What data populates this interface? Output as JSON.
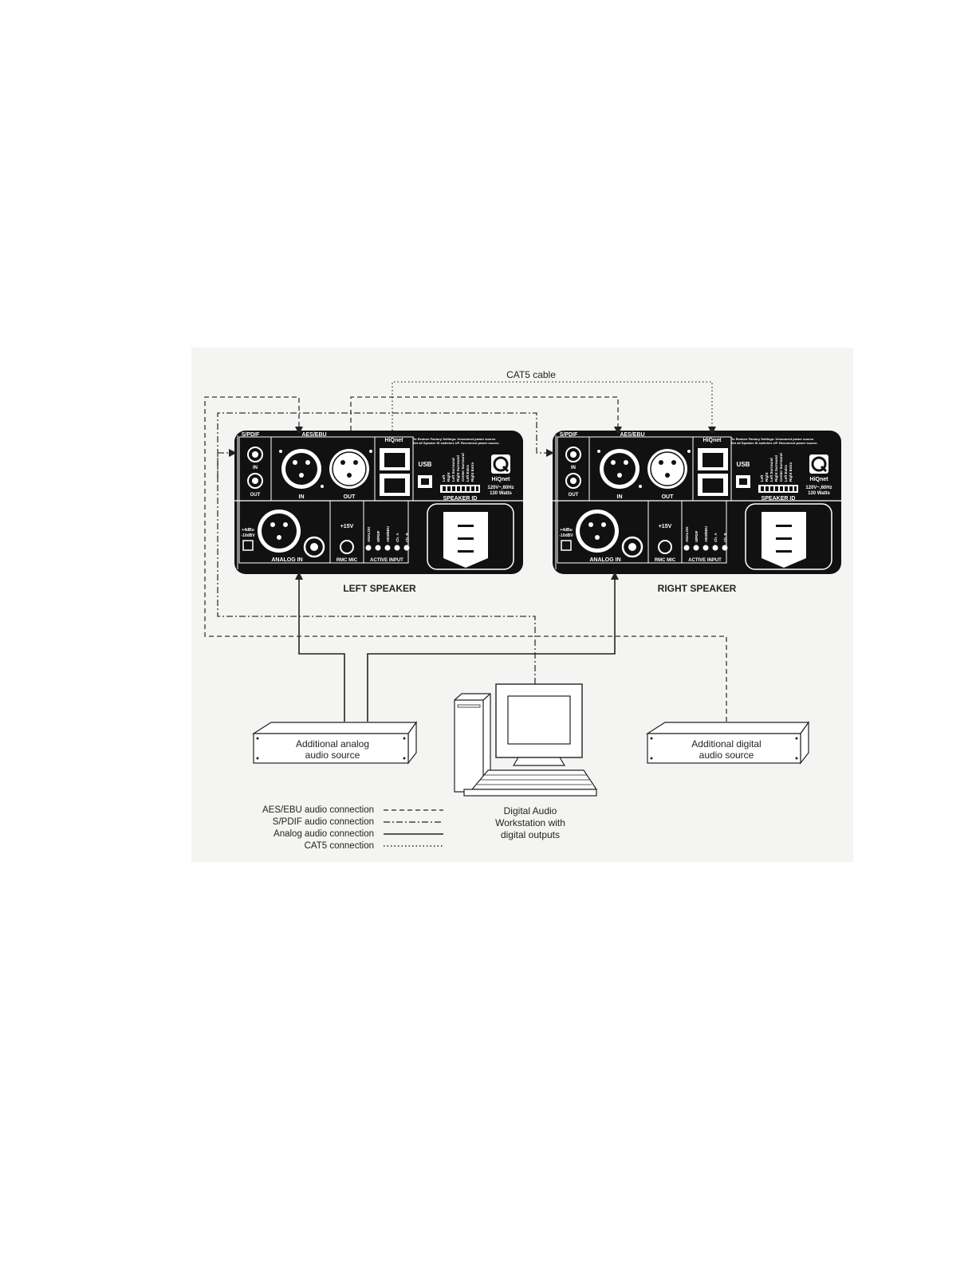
{
  "cat5_cable_label": "CAT5 cable",
  "speakers": [
    {
      "caption": "LEFT SPEAKER",
      "panel": {
        "spdif": "S/PDIF",
        "in": "IN",
        "out": "OUT",
        "aes_ebu": "AES/EBU",
        "xlr_in": "IN",
        "xlr_out": "OUT",
        "hiqnet": "HiQnet",
        "usb": "USB",
        "restore_line1": "To Restore Factory Settings: Unconnect power source.",
        "restore_line2": "Set all Speaker ID switches UP. Reconnect power source.",
        "speaker_id": "SPEAKER ID",
        "id_positions": [
          "Left",
          "Right",
          "Left Surround",
          "Right Surround",
          "Center Surround",
          "Left Extra",
          "Right Extra"
        ],
        "brand": "HiQnet",
        "power_line1": "120V~,60Hz",
        "power_line2": "130 Watts",
        "level_line1": "+4dBu",
        "level_line2": "-10dBV",
        "analog_in": "ANALOG IN",
        "plus15v": "+15V",
        "rmc_mic": "RMC MIC",
        "active_input": "ACTIVE INPUT",
        "active_inputs": [
          "ANALOG",
          "S/PDIF",
          "AES/EBU",
          "Ch. A",
          "Ch. B"
        ]
      }
    },
    {
      "caption": "RIGHT SPEAKER",
      "panel": {
        "spdif": "S/PDIF",
        "in": "IN",
        "out": "OUT",
        "aes_ebu": "AES/EBU",
        "xlr_in": "IN",
        "xlr_out": "OUT",
        "hiqnet": "HiQnet",
        "usb": "USB",
        "restore_line1": "To Restore Factory Settings: Unconnect power source.",
        "restore_line2": "Set all Speaker ID switches UP. Reconnect power source.",
        "speaker_id": "SPEAKER ID",
        "id_positions": [
          "Left",
          "Right",
          "Left Surround",
          "Right Surround",
          "Center Surround",
          "Left Extra",
          "Right Extra"
        ],
        "brand": "HiQnet",
        "power_line1": "120V~,60Hz",
        "power_line2": "130 Watts",
        "level_line1": "+4dBu",
        "level_line2": "-10dBV",
        "analog_in": "ANALOG IN",
        "plus15v": "+15V",
        "rmc_mic": "RMC MIC",
        "active_input": "ACTIVE INPUT",
        "active_inputs": [
          "ANALOG",
          "S/PDIF",
          "AES/EBU",
          "Ch. A",
          "Ch. B"
        ]
      }
    }
  ],
  "sources": {
    "analog": [
      "Additional analog",
      "audio source"
    ],
    "digital": [
      "Additional digital",
      "audio source"
    ]
  },
  "workstation": [
    "Digital Audio",
    "Workstation with",
    "digital outputs"
  ],
  "legend": [
    {
      "label": "AES/EBU audio connection",
      "style": "dashed"
    },
    {
      "label": "S/PDIF audio connection",
      "style": "dash-dot"
    },
    {
      "label": "Analog audio connection",
      "style": "solid"
    },
    {
      "label": "CAT5 connection",
      "style": "dotted"
    }
  ],
  "colors": {
    "panel": "#111111",
    "ink": "#222222",
    "background": "#f4f4f2"
  }
}
